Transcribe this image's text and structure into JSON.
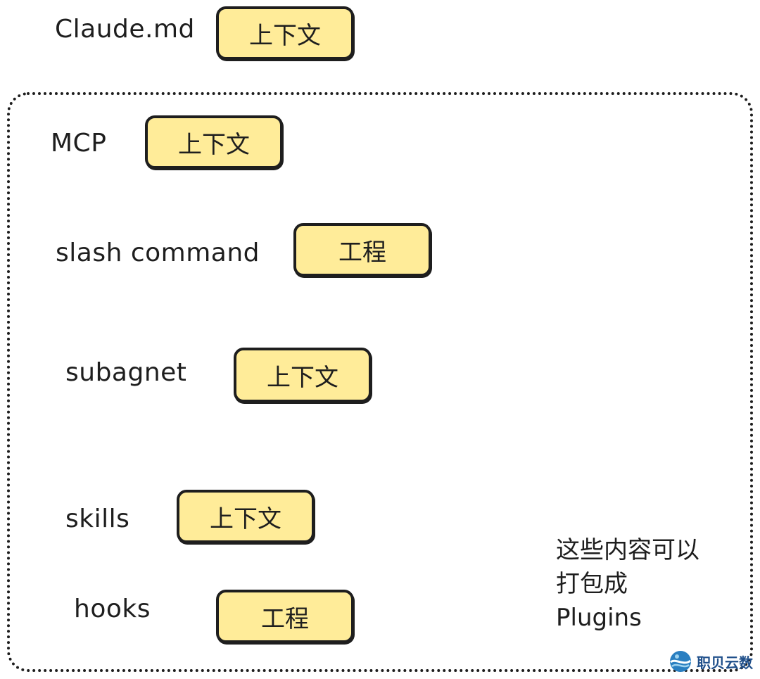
{
  "colors": {
    "tag_fill": "#ffec99",
    "stroke": "#1e1e1e",
    "watermark": "#1f4f8a"
  },
  "top_item": {
    "label": "Claude.md",
    "tag": "上下文"
  },
  "group_items": [
    {
      "label": "MCP",
      "tag": "上下文"
    },
    {
      "label": "slash command",
      "tag": "工程"
    },
    {
      "label": "subagnet",
      "tag": "上下文"
    },
    {
      "label": "skills",
      "tag": "上下文"
    },
    {
      "label": "hooks",
      "tag": "工程"
    }
  ],
  "note": {
    "line1": "这些内容可以",
    "line2": "打包成",
    "line3": "Plugins"
  },
  "watermark": {
    "text": "职贝云数",
    "icon": "globe-logo-icon"
  }
}
